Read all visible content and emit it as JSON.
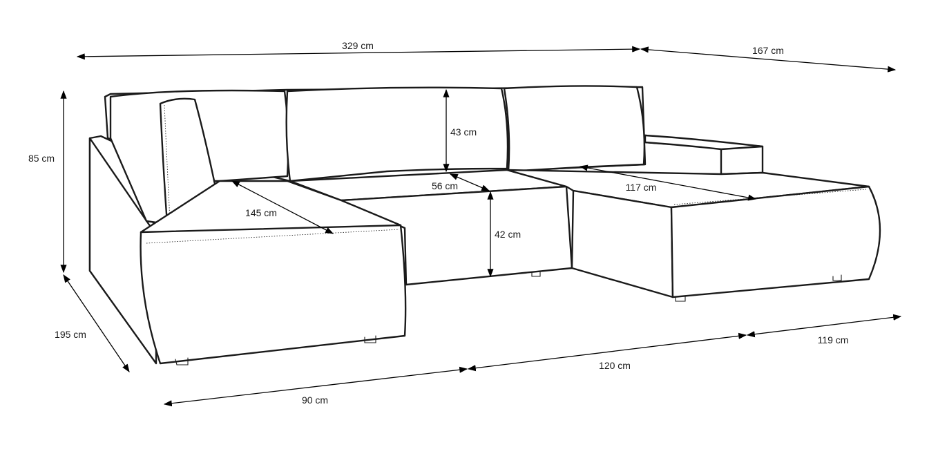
{
  "dimensions": {
    "total_width": "329 cm",
    "chaise_depth_right": "167 cm",
    "height": "85 cm",
    "depth_left": "195 cm",
    "backrest_height": "43 cm",
    "seat_depth": "56 cm",
    "seat_height": "42 cm",
    "left_chaise_length": "145 cm",
    "right_chaise_length": "117 cm",
    "left_module_width": "90 cm",
    "middle_module_width": "120 cm",
    "right_module_width": "119 cm"
  },
  "colors": {
    "line": "#1a1a1a",
    "background": "#ffffff"
  }
}
